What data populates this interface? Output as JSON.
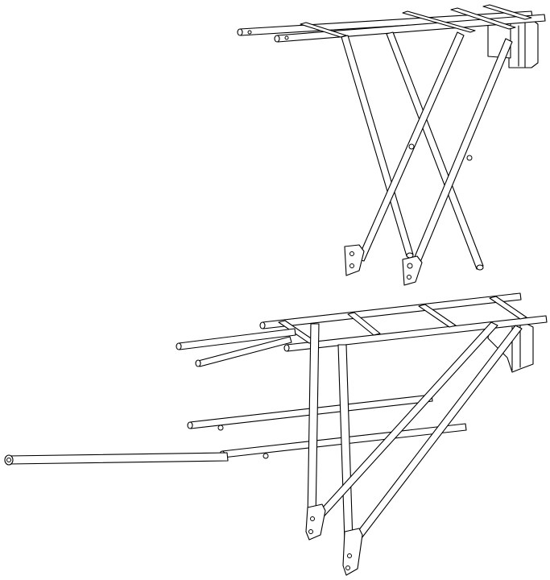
{
  "figure": {
    "title": "",
    "background": "#ffffff",
    "line_color": "#000000",
    "views": [
      {
        "id": "upper",
        "subject": "rear-carrier-rack",
        "view": "side-isometric"
      },
      {
        "id": "lower",
        "subject": "rear-carrier-rack-with-extension",
        "view": "side-isometric"
      }
    ]
  }
}
